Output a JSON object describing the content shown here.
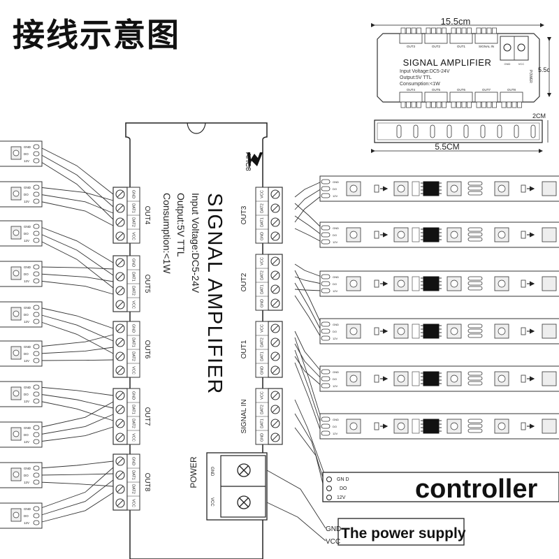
{
  "page": {
    "title": "接线示意图"
  },
  "top_drawing": {
    "width_label": "15.5cm",
    "height_label": "5.5c",
    "name": "SIGNAL AMPLIFIER",
    "spec_voltage": "Input Voltage:DC5-24V",
    "spec_output": "Output:5V  TTL",
    "spec_consumption": "Consumption:<1W",
    "top_ports": [
      "OUT3",
      "OUT2",
      "OUT1",
      "SIGNAL IN"
    ],
    "bottom_ports": [
      "OUT4",
      "OUT5",
      "OUT6",
      "OUT7",
      "OUT8"
    ],
    "power_label": "POWER",
    "power_terms": [
      "GND",
      "VCC"
    ]
  },
  "side_drawing": {
    "height_label": "2CM",
    "width_label": "5.5CM"
  },
  "device": {
    "brand": "AHC8",
    "name": "SIGNAL AMPLIFIER",
    "spec_voltage": "Input Voltage:DC5-24V",
    "spec_output": "Output:5V  TTL",
    "spec_consumption": "Consumption:<1W",
    "left_ports": [
      "OUT4",
      "OUT5",
      "OUT6",
      "OUT7",
      "OUT8"
    ],
    "right_ports": [
      "OUT3",
      "OUT2",
      "OUT1",
      "SIGNAL IN"
    ],
    "pin_labels": [
      "GND",
      "DAT1",
      "DAT2",
      "VCC"
    ],
    "power_label": "POWER",
    "power_terms": [
      "GND",
      "VCC"
    ]
  },
  "controller": {
    "label": "controller",
    "pins": [
      "GN D",
      "DO",
      "12V"
    ]
  },
  "power_supply": {
    "label": "The power supply",
    "pins": [
      "GND",
      "VCC"
    ]
  },
  "strip_pins": [
    "GND",
    "DO",
    "12V"
  ],
  "colors": {
    "line": "#333333",
    "chip": "#111111",
    "fill_light": "#eeeeee"
  }
}
